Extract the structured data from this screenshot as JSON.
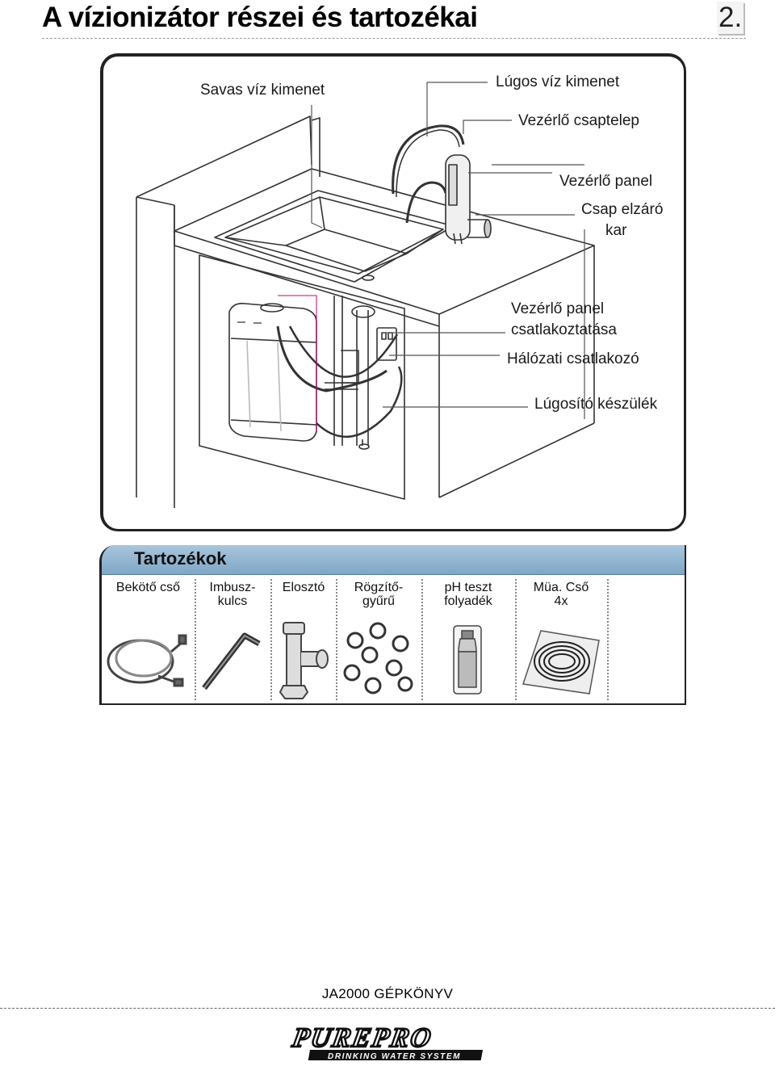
{
  "header": {
    "title": "A vízionizátor részei és tartozékai",
    "page_number": "2."
  },
  "diagram": {
    "callouts": {
      "acid_outlet": "Savas víz kimenet",
      "alkaline_outlet": "Lúgos víz kimenet",
      "control_faucet": "Vezérlő csaptelep",
      "control_panel": "Vezérlő panel",
      "shutoff_lever_line1": "Csap elzáró",
      "shutoff_lever_line2": "kar",
      "panel_connection_line1": "Vezérlő panel",
      "panel_connection_line2": "csatlakoztatása",
      "power_connector": "Hálózati csatlakozó",
      "alkalizer_unit": "Lúgosító készülék"
    }
  },
  "accessories": {
    "title": "Tartozékok",
    "items": [
      {
        "line1": "Bekötő cső",
        "line2": "",
        "icon": "hose-icon"
      },
      {
        "line1": "Imbusz-",
        "line2": "kulcs",
        "icon": "hex-key-icon"
      },
      {
        "line1": "Elosztó",
        "line2": "",
        "icon": "tee-splitter-icon"
      },
      {
        "line1": "Rögzítő-",
        "line2": "gyűrű",
        "icon": "clamp-rings-icon"
      },
      {
        "line1": "pH teszt",
        "line2": "folyadék",
        "icon": "ph-bottle-icon"
      },
      {
        "line1": "Müa. Cső",
        "line2": "4x",
        "icon": "coiled-tube-icon"
      }
    ]
  },
  "footer": {
    "manual_name": "JA2000 GÉPKÖNYV",
    "brand": "PUREPRO",
    "brand_tagline": "DRINKING WATER SYSTEM"
  }
}
